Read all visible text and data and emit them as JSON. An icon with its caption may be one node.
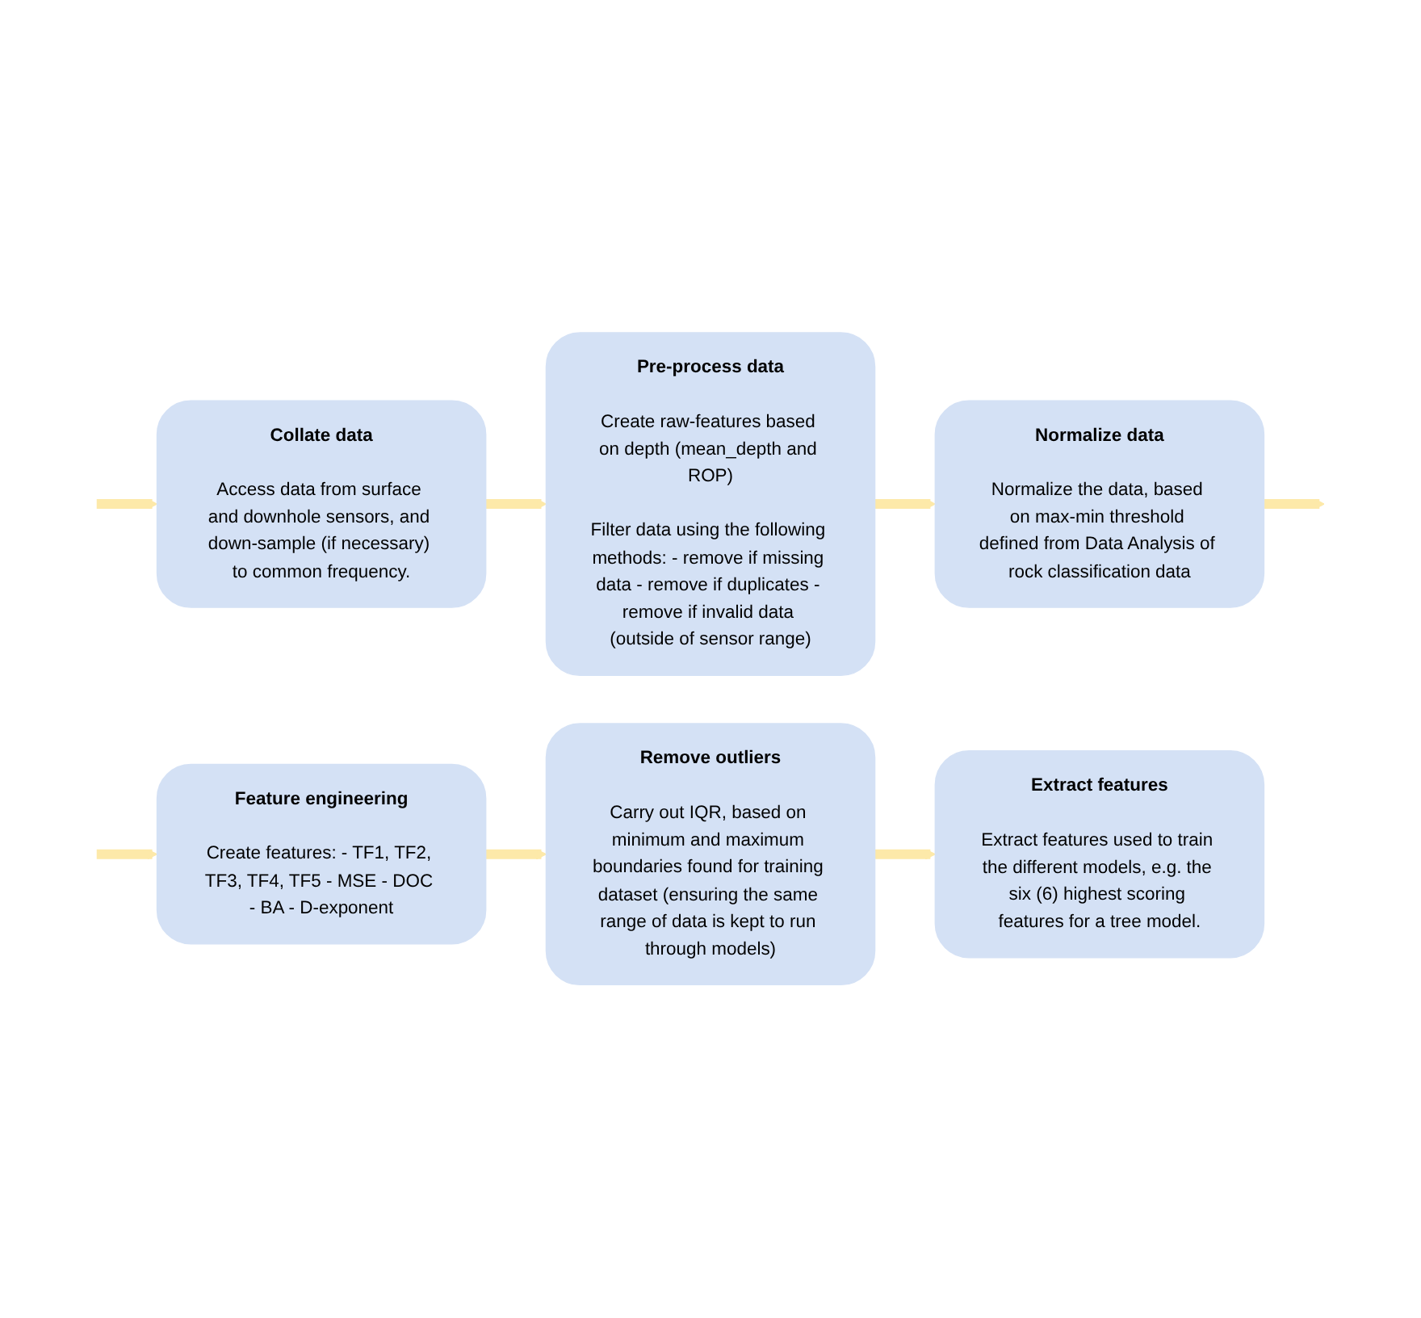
{
  "diagram": {
    "nodes": [
      {
        "text": [
          "Collate data",
          "Access data from surface and downhole sensors, and down-sample (if necessary) to common frequency."
        ]
      },
      {
        "text": [
          "Pre-process data",
          "Create raw-features based on depth (mean_depth and ROP)",
          "Filter data using the following methods: - remove if missing data - remove if duplicates - remove if invalid data (outside of sensor range)"
        ]
      },
      {
        "text": [
          "Normalize data",
          "Normalize the data, based on max-min threshold defined from Data Analysis of rock classification data"
        ]
      },
      {
        "text": [
          "Feature engineering",
          "Create features: - TF1, TF2, TF3, TF4, TF5 - MSE - DOC - BA - D-exponent"
        ]
      },
      {
        "text": [
          "Remove outliers",
          "Carry out IQR, based on minimum and maximum boundaries found for training dataset (ensuring the same range of data is kept to run through models)"
        ]
      },
      {
        "text": [
          "Extract features",
          "Extract features used to train the different models, e.g. the six (6) highest scoring features for a tree model."
        ]
      }
    ],
    "edges": [
      {
        "from": null,
        "to": 0,
        "arrow": "to"
      },
      {
        "from": 0,
        "to": 1,
        "arrow": "to"
      },
      {
        "from": 1,
        "to": 2,
        "arrow": "to"
      },
      {
        "from": 2,
        "to": null,
        "arrow": "to"
      },
      {
        "from": null,
        "to": 3,
        "arrow": "to"
      },
      {
        "from": 3,
        "to": 4,
        "arrow": "to"
      },
      {
        "from": 4,
        "to": 5,
        "arrow": "to"
      }
    ]
  }
}
